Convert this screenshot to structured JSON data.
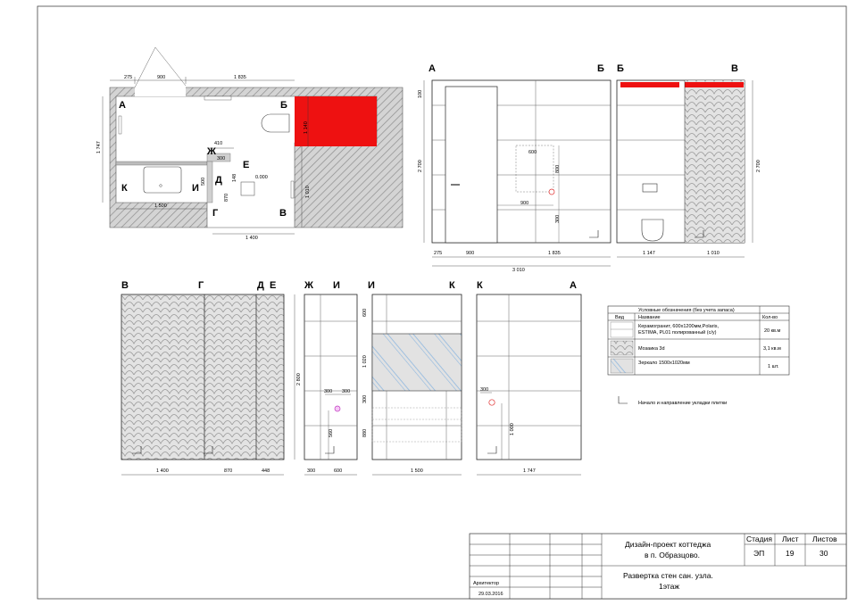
{
  "plan": {
    "points": {
      "a": "А",
      "b": "Б",
      "v": "В",
      "g": "Г",
      "d": "Д",
      "e": "Е",
      "zh": "Ж",
      "i": "И",
      "k": "К"
    },
    "dims": {
      "d275": "275",
      "d900": "900",
      "d1835": "1 835",
      "d1747": "1 747",
      "d1500": "1 500",
      "d1400": "1 400",
      "d410": "410",
      "d300": "300",
      "d500": "500",
      "d148": "148",
      "d870": "870",
      "d1010": "1 010",
      "d1140": "1 140",
      "level": "0.000"
    }
  },
  "elev_ab": {
    "label_left": "А",
    "label_right": "Б",
    "dims": {
      "h100": "100",
      "h2700": "2 700",
      "w275": "275",
      "w900": "900",
      "w1835": "1 835",
      "w3010": "3 010",
      "i600": "600",
      "i900": "900",
      "i800": "800",
      "i300": "300"
    }
  },
  "elev_bv": {
    "label_left": "Б",
    "label_right": "В",
    "dims": {
      "h2700": "2 700",
      "w1147": "1 147",
      "w1010": "1 010"
    }
  },
  "elev_vge": {
    "labels": {
      "v": "В",
      "g": "Г",
      "d": "Д",
      "e": "Е"
    },
    "dims": {
      "w1400": "1 400",
      "w870": "870",
      "w448": "448"
    }
  },
  "elev_zhi": {
    "labels": {
      "zh": "Ж",
      "i": "И"
    },
    "dims": {
      "h2800": "2 800",
      "w300": "300",
      "w600": "600",
      "i300a": "300",
      "i300b": "300",
      "i560": "560"
    }
  },
  "elev_ik": {
    "labels": {
      "i": "И",
      "k": "К"
    },
    "dims": {
      "h600": "600",
      "h1020": "1 020",
      "h300": "300",
      "h880": "880",
      "w1500": "1 500"
    }
  },
  "elev_ka": {
    "labels": {
      "k": "К",
      "a": "А"
    },
    "dims": {
      "i300": "300",
      "i1000": "1 000",
      "w1747": "1 747"
    }
  },
  "legend": {
    "title": "Условные обозначения (без учета запаса)",
    "headers": {
      "view": "Вид",
      "name": "Название",
      "qty": "Кол-во"
    },
    "rows": [
      {
        "name1": "Керамогранит, 600х1200мм,Polaris,",
        "name2": "ESTIMA, PL01 полированный (с/у)",
        "qty": "20 кв.м"
      },
      {
        "name1": "Мозаика 3d",
        "name2": "",
        "qty": "3,1 кв.м"
      },
      {
        "name1": "Зеркало 1500х1020мм",
        "name2": "",
        "qty": "1 шт."
      }
    ],
    "note": "Начало и направление укладки плитки"
  },
  "title_block": {
    "project_line1": "Дизайн-проект коттеджа",
    "project_line2": "в п. Образцово.",
    "sheet_line1": "Развертка стен сан. узла.",
    "sheet_line2": "1этаж",
    "stage_label": "Стадия",
    "sheet_label": "Лист",
    "sheets_label": "Листов",
    "stage_value": "ЭП",
    "sheet_value": "19",
    "sheets_value": "30",
    "role": "Архитектор",
    "date": "29.03.2016"
  },
  "colors": {
    "accent_red": "#ee1111",
    "mosaic_fill": "#e3e3e3",
    "mirror_blue": "#8fb8e0",
    "hatch": "#9a9a9a"
  }
}
